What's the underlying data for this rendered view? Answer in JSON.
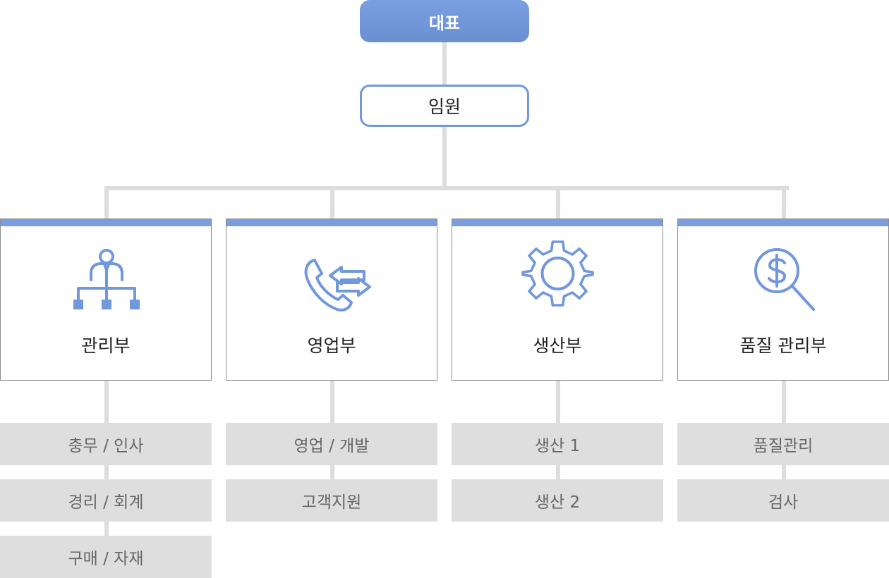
{
  "top": {
    "ceo": "대표",
    "executive": "임원"
  },
  "departments": [
    {
      "name": "관리부",
      "icon": "org-hierarchy-icon",
      "teams": [
        "충무 / 인사",
        "경리 / 회계",
        "구매 / 자재"
      ]
    },
    {
      "name": "영업부",
      "icon": "phone-transfer-icon",
      "teams": [
        "영업 / 개발",
        "고객지원"
      ]
    },
    {
      "name": "생산부",
      "icon": "gear-icon",
      "teams": [
        "생산 1",
        "생산 2"
      ]
    },
    {
      "name": "품질 관리부",
      "icon": "dollar-magnifier-icon",
      "teams": [
        "품질관리",
        "검사"
      ]
    }
  ],
  "colors": {
    "accent": "#7298dc",
    "ceo_fill": "#6f93d6",
    "connector": "#dddddd",
    "team_fill": "#dedede"
  }
}
